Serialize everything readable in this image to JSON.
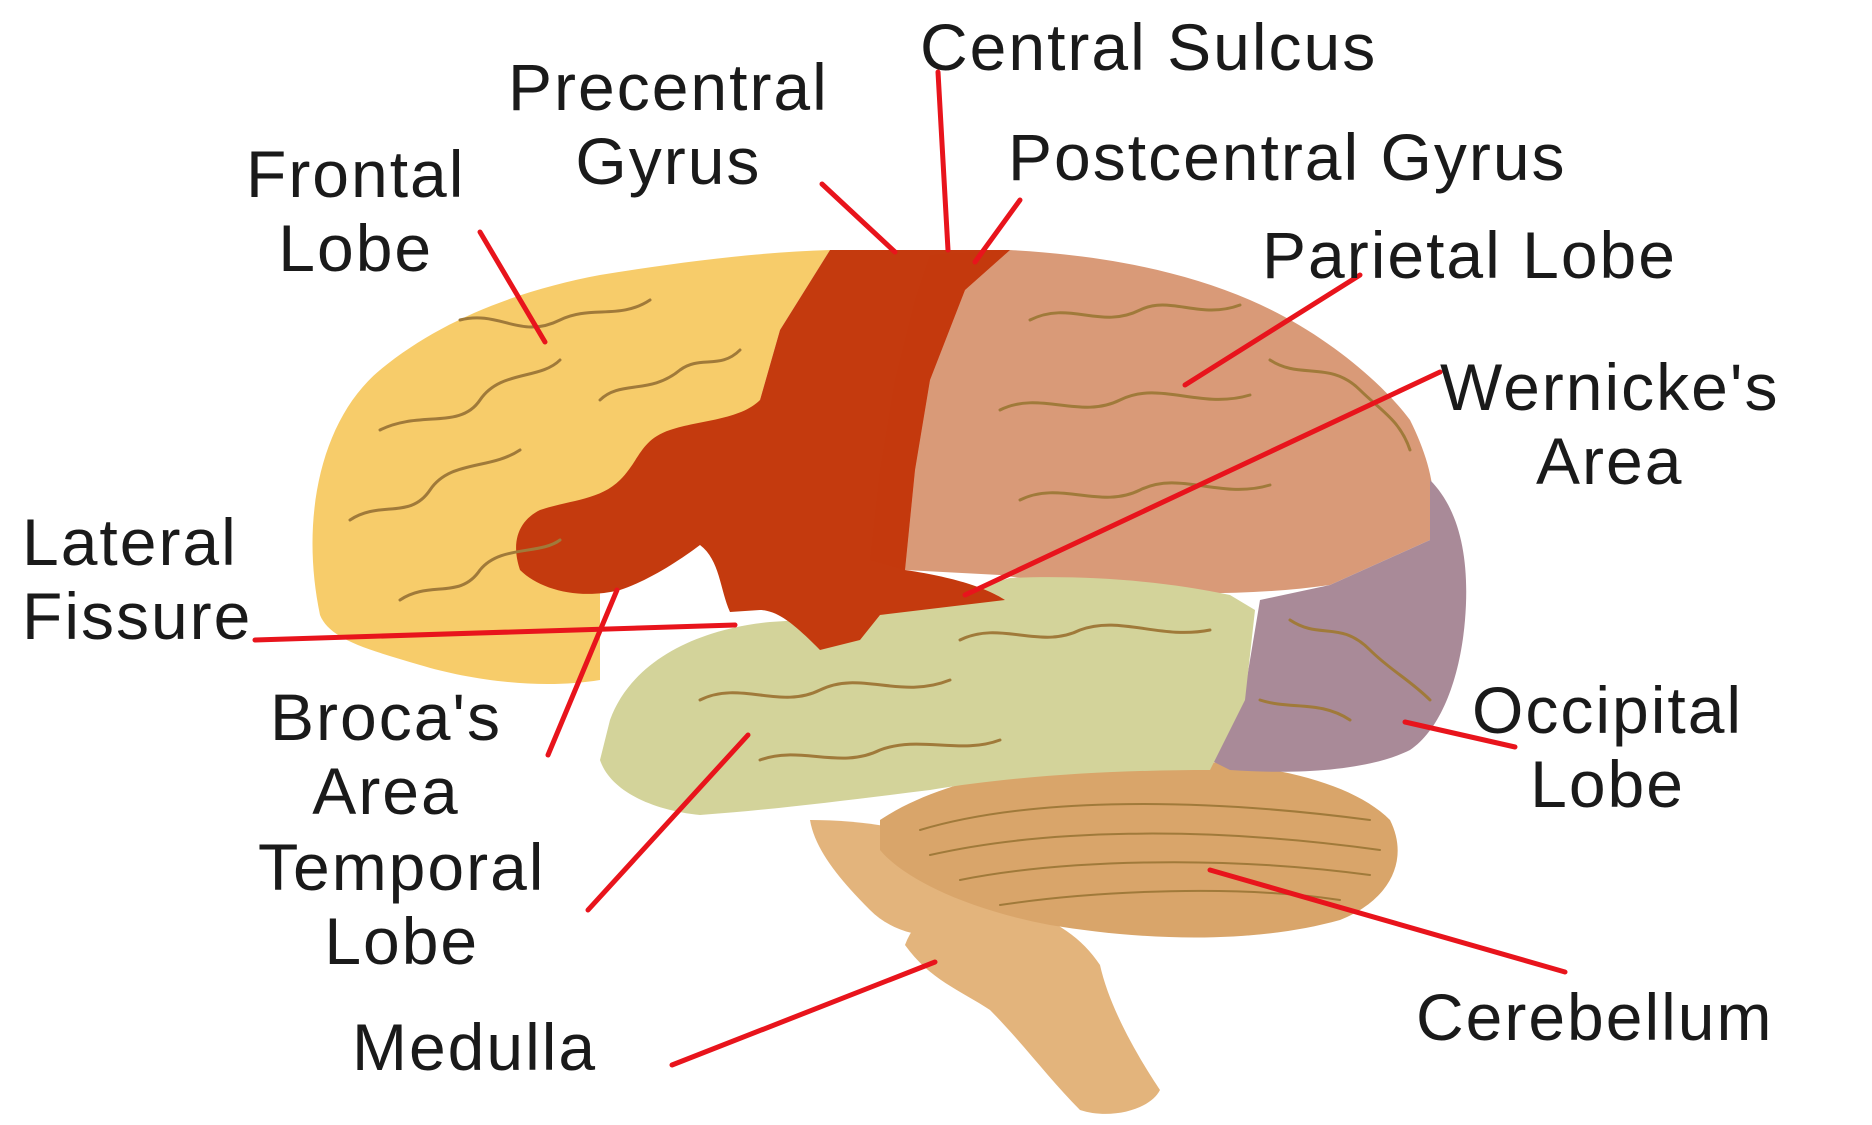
{
  "labels": {
    "central_sulcus": "Central Sulcus",
    "precentral_gyrus": [
      "Precentral",
      "Gyrus"
    ],
    "postcentral_gyrus": "Postcentral Gyrus",
    "frontal_lobe": [
      "Frontal",
      "Lobe"
    ],
    "parietal_lobe": "Parietal Lobe",
    "wernickes_area": [
      "Wernicke's",
      "Area"
    ],
    "lateral_fissure": [
      "Lateral",
      "Fissure"
    ],
    "brocas_area": [
      "Broca's",
      "Area"
    ],
    "temporal_lobe": [
      "Temporal",
      "Lobe"
    ],
    "occipital_lobe": [
      "Occipital",
      "Lobe"
    ],
    "medulla": "Medulla",
    "cerebellum": "Cerebellum"
  },
  "colors": {
    "leader_line": "#e8141c",
    "frontal_lobe": "#f7cc6a",
    "motor_strip": "#c43a0e",
    "parietal_lobe": "#d99a78",
    "temporal_lobe": "#d3d39a",
    "occipital_lobe": "#a98a98",
    "cerebellum": "#d9a56a",
    "brainstem": "#e3b47c",
    "gyri_lines": "#a07a3a"
  }
}
